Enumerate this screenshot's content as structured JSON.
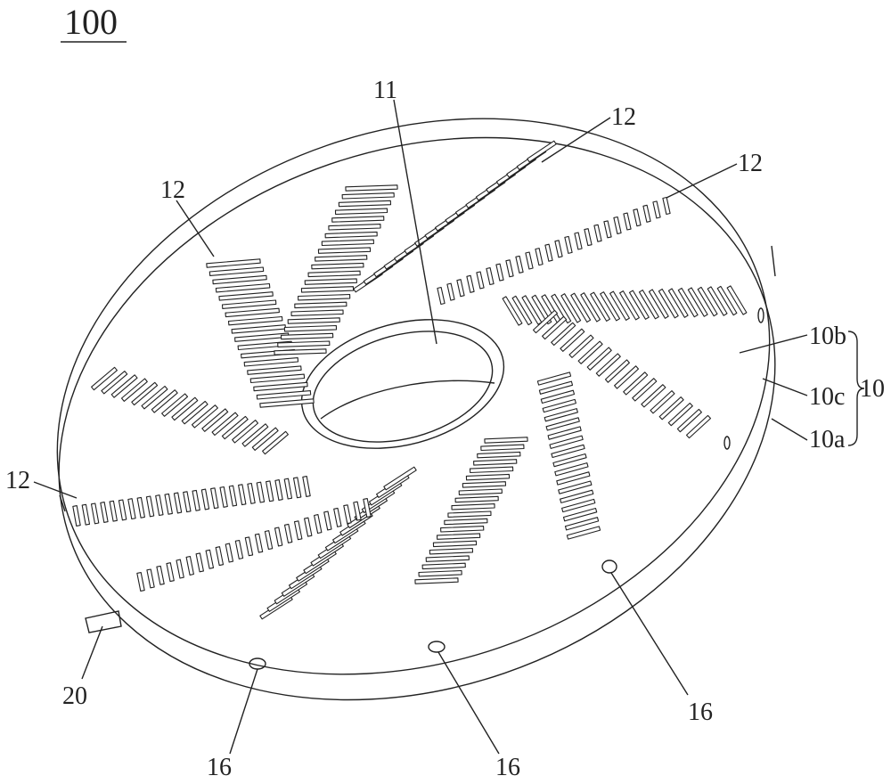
{
  "figure_number": "100",
  "labels": {
    "hole": "11",
    "slot_group": "12",
    "top_surface": "10b",
    "side_surface": "10c",
    "bottom_surface": "10a",
    "plate": "10",
    "tab": "20",
    "pin_hole": "16"
  },
  "colors": {
    "ink": "#222222",
    "paper": "#ffffff"
  }
}
